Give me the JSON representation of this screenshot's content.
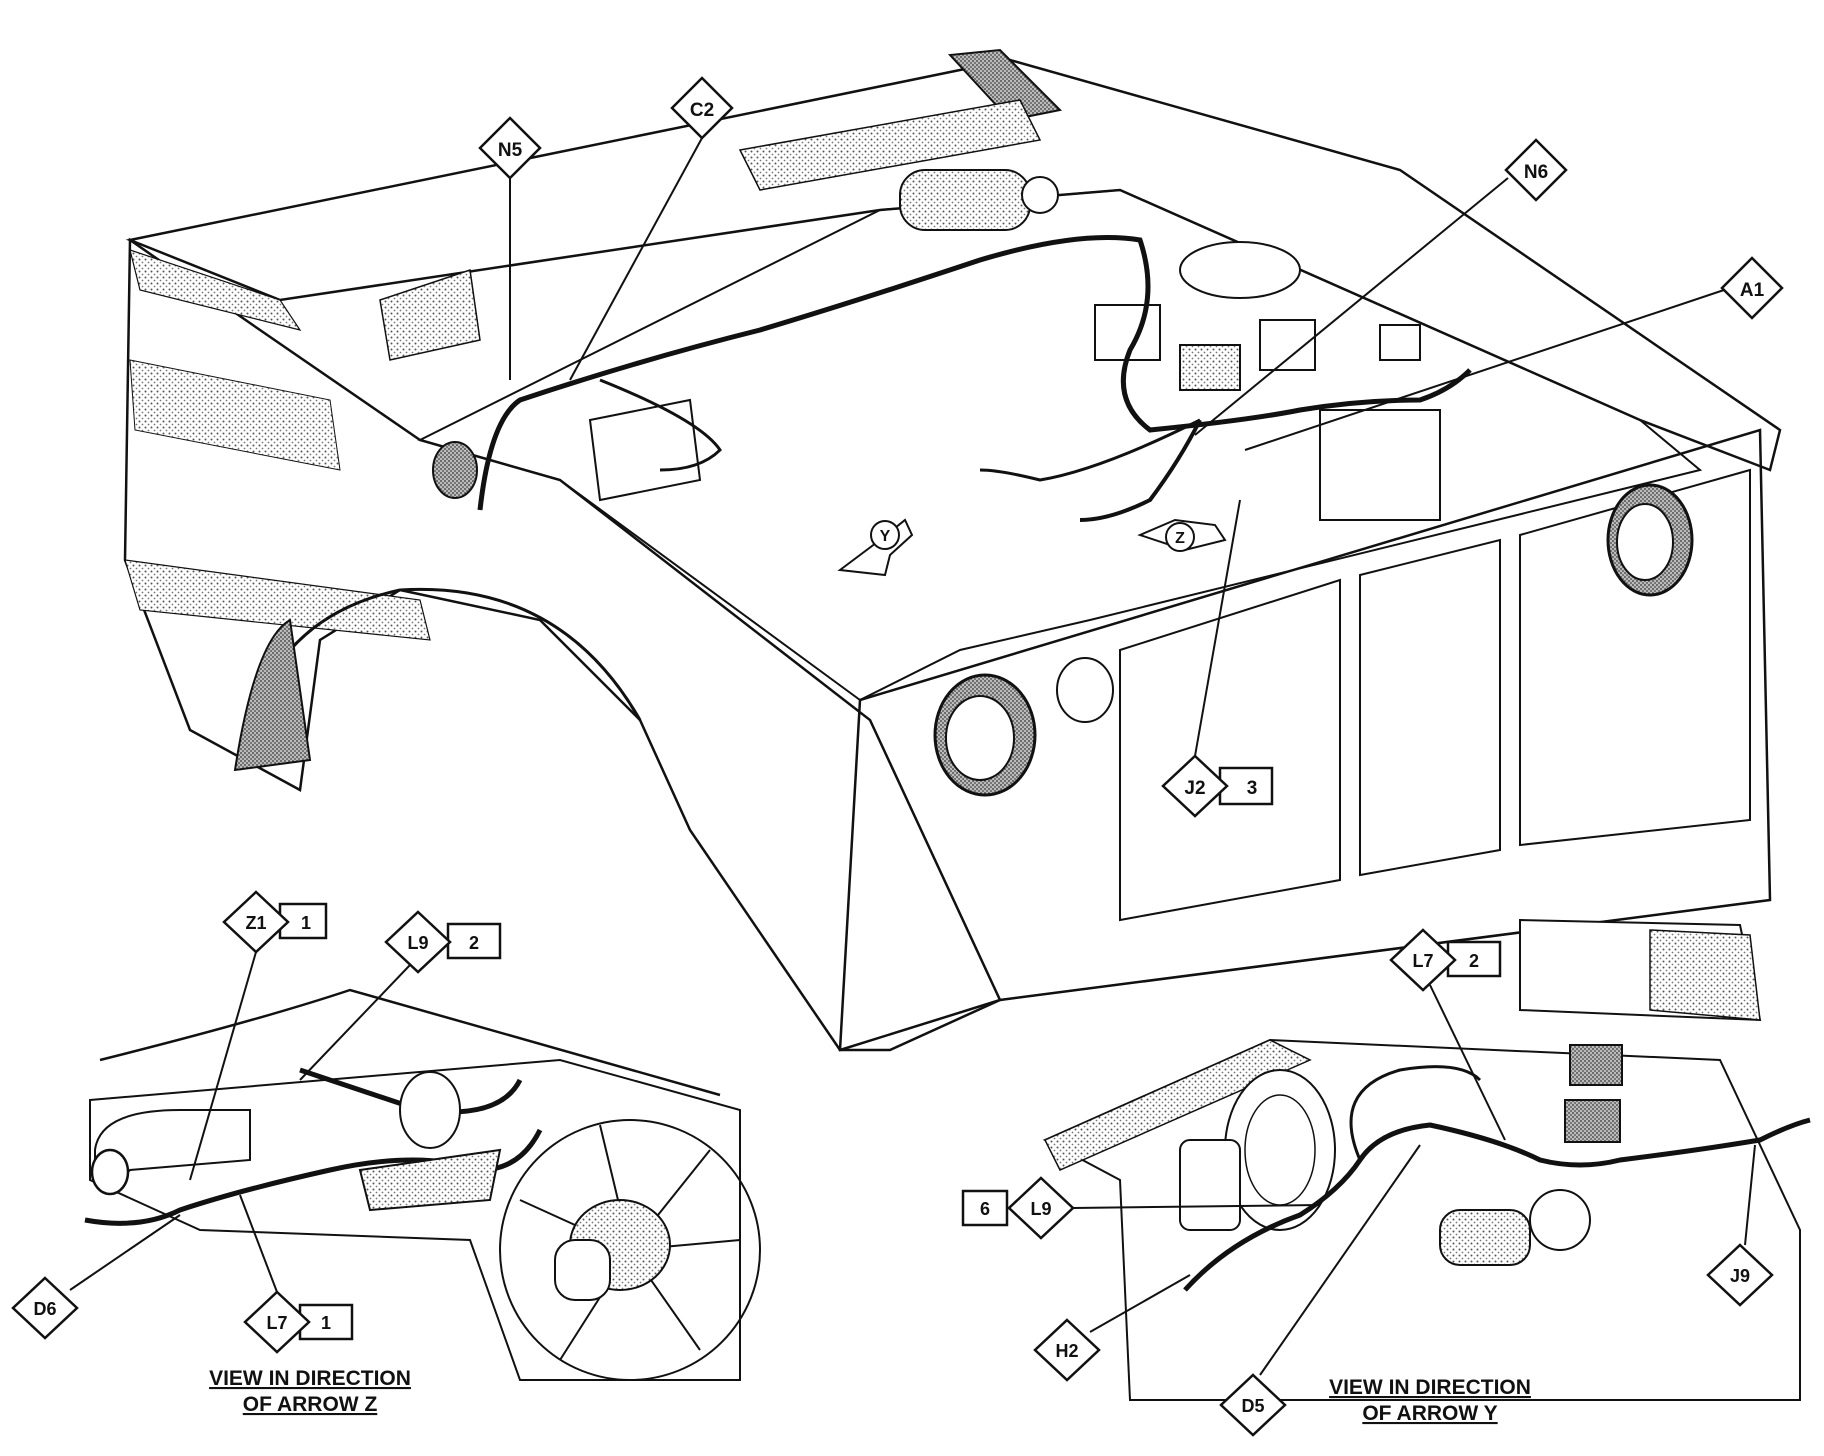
{
  "callouts": {
    "n5": "N5",
    "c2": "C2",
    "n6": "N6",
    "a1": "A1",
    "j2": "J2",
    "j2_num": "3",
    "z1": "Z1",
    "z1_num": "1",
    "l9_top": "L9",
    "l9_top_num": "2",
    "d6": "D6",
    "l7_left": "L7",
    "l7_left_num": "1",
    "l7_right": "L7",
    "l7_right_num": "2",
    "l9_right": "L9",
    "l9_right_num": "6",
    "h2": "H2",
    "d5": "D5",
    "j9": "J9"
  },
  "arrows": {
    "y": "Y",
    "z": "Z"
  },
  "captions": {
    "z_line1": "VIEW IN DIRECTION",
    "z_line2": "OF ARROW Z",
    "y_line1": "VIEW IN DIRECTION",
    "y_line2": "OF ARROW Y"
  }
}
